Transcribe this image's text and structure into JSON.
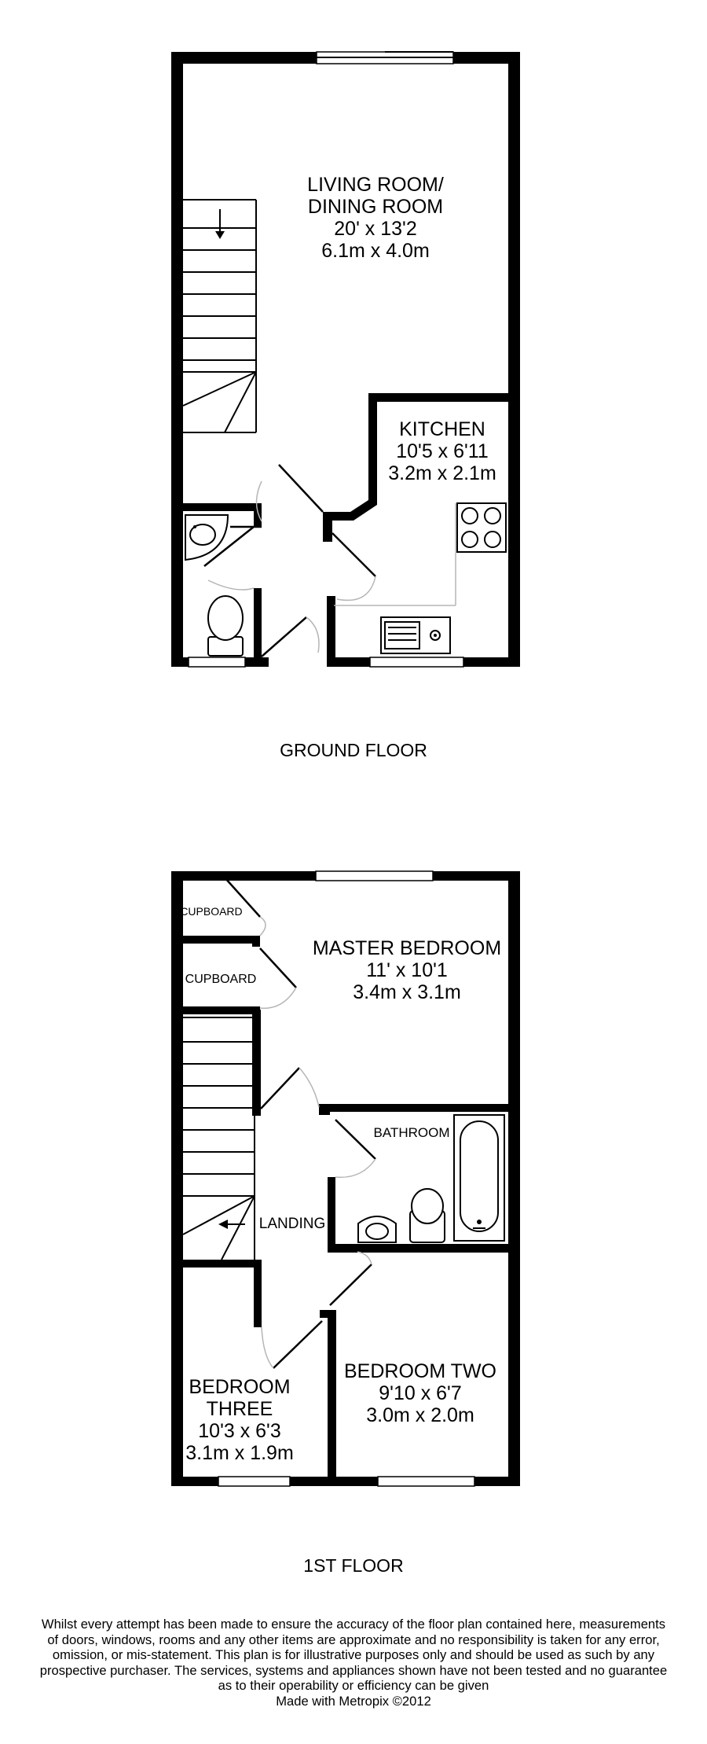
{
  "ground_floor": {
    "title": "GROUND FLOOR",
    "rooms": {
      "living": {
        "name_line1": "LIVING ROOM/",
        "name_line2": "DINING ROOM",
        "imperial": "20' x 13'2",
        "metric": "6.1m x 4.0m"
      },
      "kitchen": {
        "name": "KITCHEN",
        "imperial": "10'5 x 6'11",
        "metric": "3.2m x 2.1m"
      }
    }
  },
  "first_floor": {
    "title": "1ST FLOOR",
    "rooms": {
      "master": {
        "name": "MASTER BEDROOM",
        "imperial": "11' x 10'1",
        "metric": "3.4m x 3.1m"
      },
      "bedroom_two": {
        "name": "BEDROOM TWO",
        "imperial": "9'10 x 6'7",
        "metric": "3.0m x 2.0m"
      },
      "bedroom_three": {
        "name_line1": "BEDROOM",
        "name_line2": "THREE",
        "imperial": "10'3 x 6'3",
        "metric": "3.1m x 1.9m"
      },
      "cupboard_1": "CUPBOARD",
      "cupboard_2": "CUPBOARD",
      "bathroom": "BATHROOM",
      "landing": "LANDING"
    }
  },
  "disclaimer": {
    "lines": [
      "Whilst every attempt has been made to ensure the accuracy of the floor plan contained here, measurements",
      "of doors, windows, rooms and any other items are approximate and no responsibility is taken for any error,",
      "omission, or mis-statement. This plan is for illustrative purposes only and should be used as such by any",
      "prospective purchaser. The services, systems and appliances shown have not been tested and no guarantee",
      "as to their operability or efficiency can be given"
    ],
    "credit": "Made with Metropix ©2012"
  }
}
